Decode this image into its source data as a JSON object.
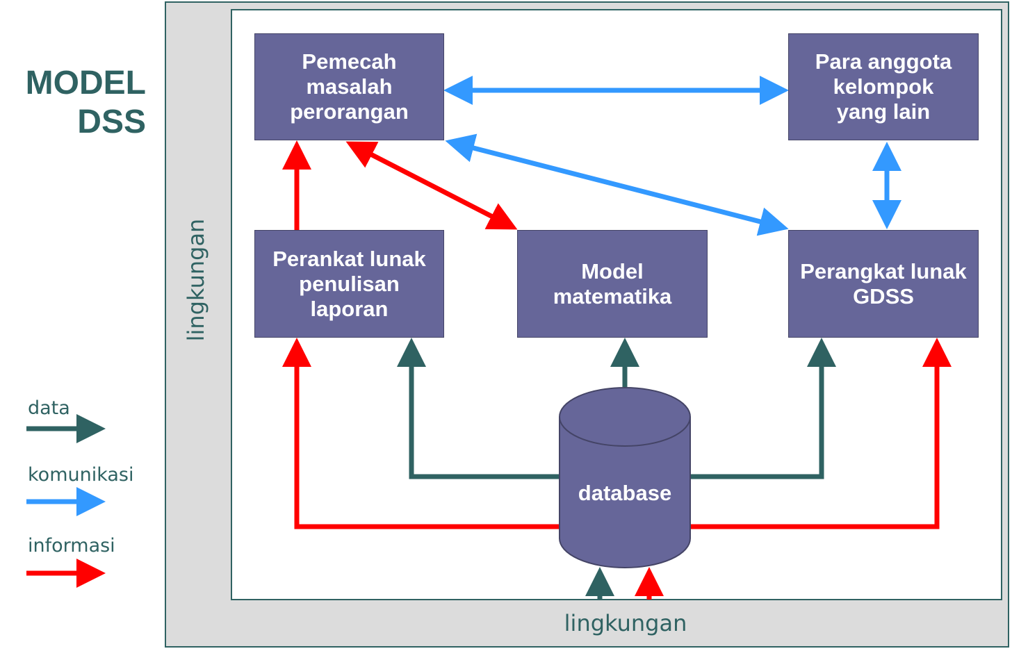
{
  "title": {
    "line1": "MODEL",
    "line2": "DSS"
  },
  "environment_label": "lingkungan",
  "boxes": {
    "pemecah": "Pemecah\nmasalah\nperorangan",
    "anggota": "Para anggota\nkelompok\nyang lain",
    "laporan": "Perankat lunak\npenulisan\nlaporan",
    "model": "Model\nmatematika",
    "gdss": "Perangkat lunak\nGDSS"
  },
  "database_label": "database",
  "legend": {
    "data": "data",
    "komunikasi": "komunikasi",
    "informasi": "informasi"
  },
  "colors": {
    "data": "#2f6262",
    "komunikasi": "#3399ff",
    "informasi": "#ff0000",
    "box_fill": "#666699",
    "environment_bg": "#dcdcdc"
  }
}
